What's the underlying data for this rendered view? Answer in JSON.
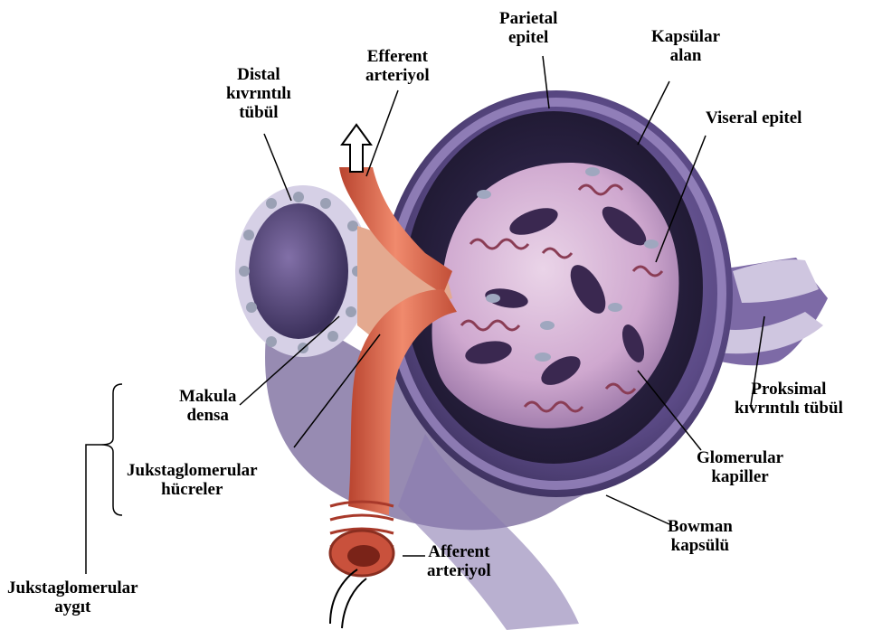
{
  "labels": {
    "parietal_epitel": [
      "Parietal",
      "epitel"
    ],
    "kapsular_alan": [
      "Kapsülar",
      "alan"
    ],
    "efferent_arteriyol": [
      "Efferent",
      "arteriyol"
    ],
    "distal_tubul": [
      "Distal",
      "kıvrıntılı",
      "tübül"
    ],
    "viseral_epitel": "Viseral epitel",
    "makula_densa": [
      "Makula",
      "densa"
    ],
    "jukstaglomerular_hucreler": [
      "Jukstaglomerular",
      "hücreler"
    ],
    "proksimal_tubul": [
      "Proksimal",
      "kıvrıntılı tübül"
    ],
    "glomerular_kapiller": [
      "Glomerular",
      "kapiller"
    ],
    "bowman_kapsulu": [
      "Bowman",
      "kapsülü"
    ],
    "afferent_arteriyol": [
      "Afferent",
      "arteriyol"
    ],
    "jukstaglomerular_aygit": [
      "Jukstaglomerular",
      "aygıt"
    ]
  },
  "colors": {
    "capsule_purple": "#6e5a9a",
    "capsule_dark": "#2e2446",
    "capillary_pink": "#d9b8d6",
    "arteriole_red": "#d9664f",
    "arteriole_light": "#f08a6d",
    "tubule_lavender": "#b9b0cf"
  }
}
